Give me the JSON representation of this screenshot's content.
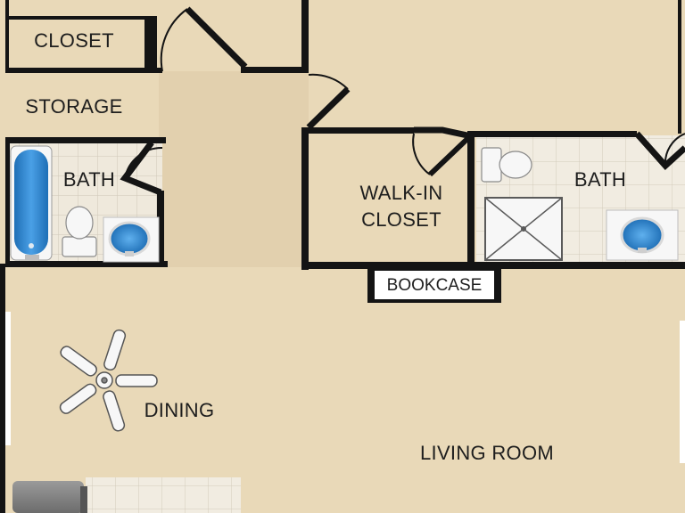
{
  "labels": {
    "closet": "CLOSET",
    "storage": "STORAGE",
    "bath_left": "BATH",
    "walk_in_closet_line1": "WALK-IN",
    "walk_in_closet_line2": "CLOSET",
    "bath_right": "BATH",
    "bookcase": "BOOKCASE",
    "dining": "DINING",
    "living_room": "LIVING ROOM"
  },
  "colors": {
    "floor_carpet": "#e9d9b8",
    "floor_shade": "#dcc9a6",
    "wall": "#141414",
    "tile": "#efe9dc",
    "tile_grout": "#cfc7b8",
    "fixture_blue": "#2f86cf",
    "fixture_white": "#f7f7f7",
    "appliance_gray": "#8a8a8a"
  },
  "icons": {
    "ceiling_fan": "ceiling-fan-icon",
    "bathtub": "bathtub-icon",
    "toilet": "toilet-icon",
    "sink": "sink-icon",
    "shower": "shower-icon"
  }
}
